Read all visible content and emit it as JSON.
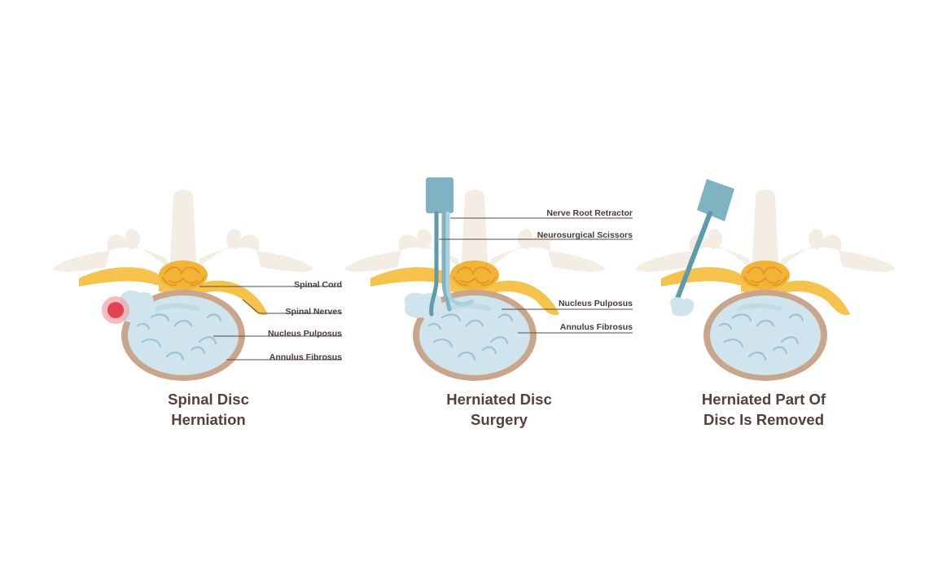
{
  "panels": [
    {
      "caption": [
        "Spinal Disc",
        "Herniation"
      ],
      "labels": [
        "Spinal Cord",
        "Spinal Nerves",
        "Nucleus Pulposus",
        "Annulus Fibrosus"
      ]
    },
    {
      "caption": [
        "Herniated Disc",
        "Surgery"
      ],
      "labels": [
        "Nerve Root Retractor",
        "Neurosurgical Scissors",
        "Nucleus Pulposus",
        "Annulus Fibrosus"
      ]
    },
    {
      "caption": [
        "Herniated Part Of",
        "Disc Is Removed"
      ],
      "labels": []
    }
  ],
  "colors": {
    "bone": "#f3ede3",
    "nerve": "#f5c24c",
    "cord": "#f2b437",
    "disc_ring": "#c9a68b",
    "disc_fill": "#cfe4ec",
    "crack": "#9fc3d3",
    "tool": "#7fb3c2",
    "tool_dark": "#5f9aaa",
    "pain": "#e0454f",
    "text": "#4a3a36"
  }
}
